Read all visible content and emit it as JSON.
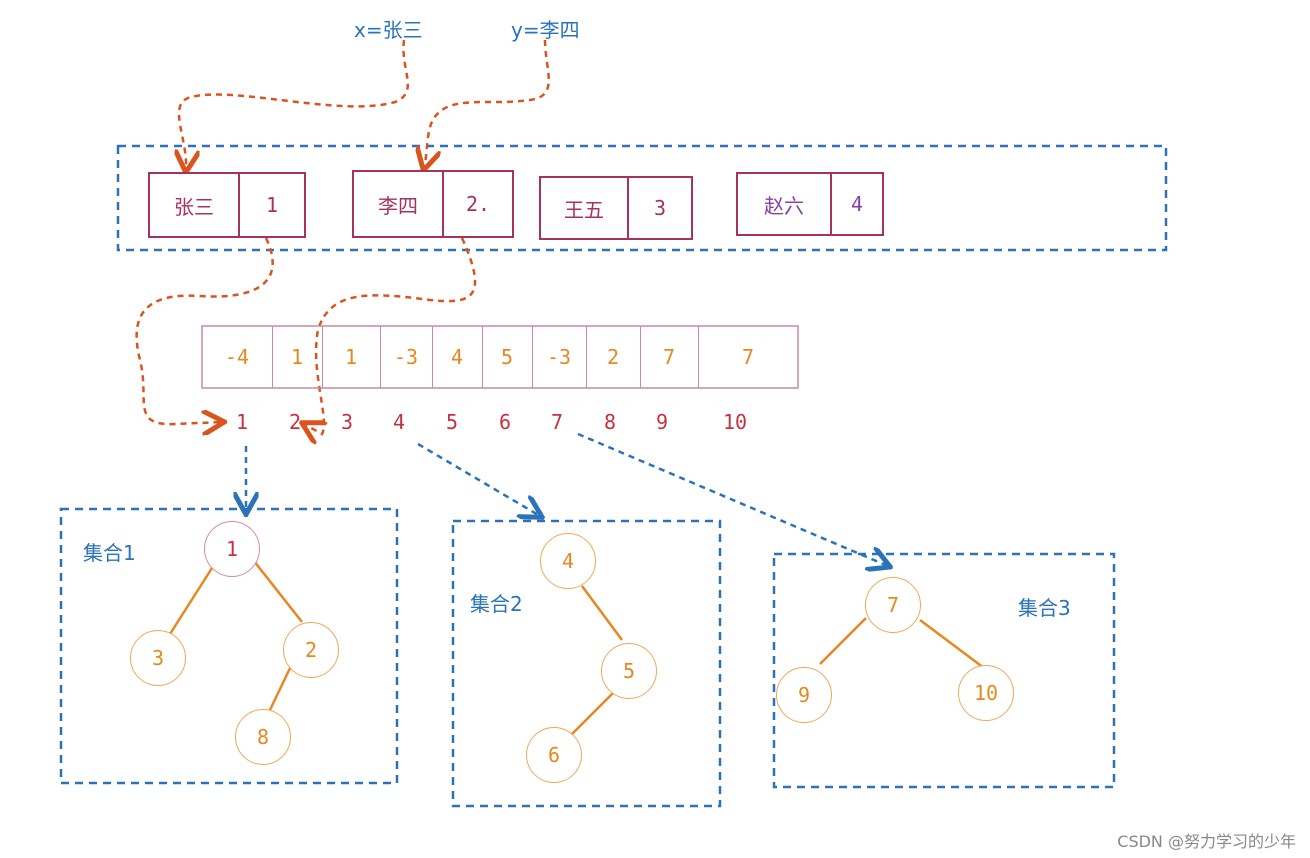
{
  "vars": {
    "x_label": "x=张三",
    "y_label": "y=李四"
  },
  "map_entries": [
    {
      "name": "张三",
      "index": "1"
    },
    {
      "name": "李四",
      "index": "2."
    },
    {
      "name": "王五",
      "index": "3"
    },
    {
      "name": "赵六",
      "index": "4"
    }
  ],
  "parent_array": {
    "values": [
      "-4",
      "1",
      "1",
      "-3",
      "4",
      "5",
      "-3",
      "2",
      "7",
      "7"
    ],
    "indices": [
      "1",
      "2",
      "3",
      "4",
      "5",
      "6",
      "7",
      "8",
      "9",
      "10"
    ]
  },
  "sets": [
    {
      "label": "集合1",
      "nodes": [
        "1",
        "3",
        "2",
        "8"
      ]
    },
    {
      "label": "集合2",
      "nodes": [
        "4",
        "5",
        "6"
      ]
    },
    {
      "label": "集合3",
      "nodes": [
        "7",
        "9",
        "10"
      ]
    }
  ],
  "colors": {
    "blue": "#2a73b8",
    "kv_border": "#a8325e",
    "orange": "#e8871e",
    "red_arrow": "#d9541e",
    "index_red": "#c8303c"
  },
  "watermark": "CSDN @努力学习的少年"
}
